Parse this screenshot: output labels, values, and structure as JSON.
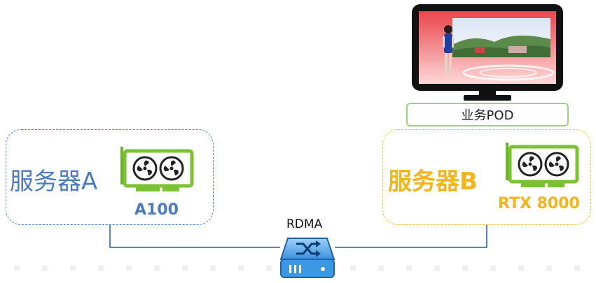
{
  "server_a": {
    "label": "服务器A",
    "gpu": "A100",
    "color": "#4a79c8"
  },
  "server_b": {
    "label": "服务器B",
    "gpu": "RTX 8000",
    "color": "#f4b41a"
  },
  "pod": {
    "label": "业务POD",
    "border_color": "#9fd07c"
  },
  "link": {
    "label": "RDMA",
    "color": "#1f5fa8"
  },
  "icons": [
    "gpu-card-icon",
    "switch-icon",
    "monitor-icon"
  ]
}
